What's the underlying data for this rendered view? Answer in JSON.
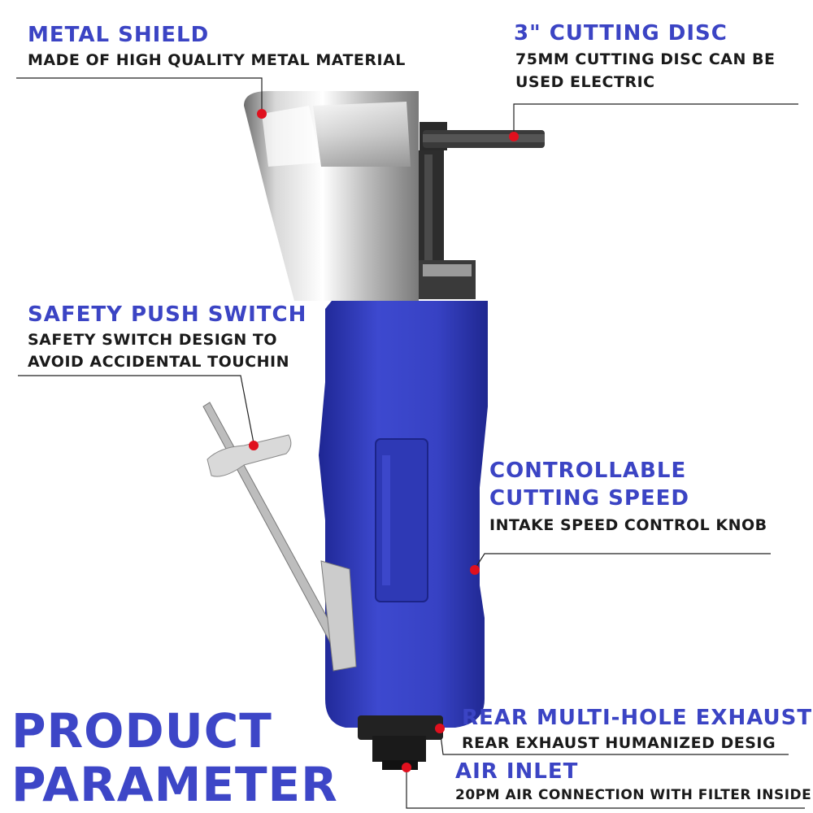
{
  "callouts": {
    "metal_shield": {
      "title": "METAL SHIELD",
      "desc": "MADE OF HIGH QUALITY METAL MATERIAL"
    },
    "cutting_disc": {
      "title": "3\" CUTTING DISC",
      "desc_line1": "75MM CUTTING DISC CAN BE",
      "desc_line2": "USED ELECTRIC"
    },
    "safety_switch": {
      "title": "SAFETY PUSH SWITCH",
      "desc_line1": "SAFETY SWITCH DESIGN TO",
      "desc_line2": "AVOID ACCIDENTAL TOUCHIN"
    },
    "cutting_speed": {
      "title_line1": "CONTROLLABLE",
      "title_line2": "CUTTING SPEED",
      "desc": "INTAKE SPEED CONTROL KNOB"
    },
    "exhaust": {
      "title": "REAR MULTI-HOLE EXHAUST",
      "desc": "REAR EXHAUST HUMANIZED DESIG"
    },
    "air_inlet": {
      "title": "AIR INLET",
      "desc": "20PM AIR CONNECTION WITH FILTER INSIDE"
    }
  },
  "banner": {
    "line1": "PRODUCT",
    "line2": "PARAMETER"
  },
  "colors": {
    "accent": "#3b44c4",
    "body_blue": "#3a45c8",
    "marker_red": "#e0101e",
    "line": "#222222"
  },
  "icons": [
    "air-cut-off-tool-illustration",
    "marker-dot-icon"
  ]
}
